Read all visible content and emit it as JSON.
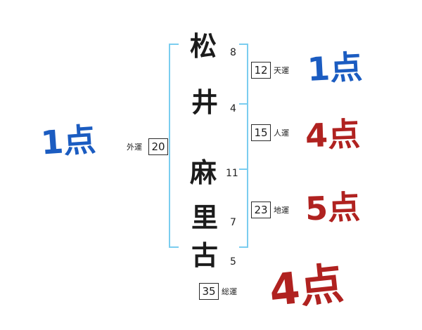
{
  "name_chart": {
    "characters": [
      {
        "char": "松",
        "strokes": "8"
      },
      {
        "char": "井",
        "strokes": "4"
      },
      {
        "char": "麻",
        "strokes": "11"
      },
      {
        "char": "里",
        "strokes": "7"
      },
      {
        "char": "古",
        "strokes": "5"
      }
    ],
    "fortunes": {
      "ten": {
        "label": "天運",
        "value": "12",
        "score": "1点",
        "score_color": "#1b5cc1"
      },
      "jin": {
        "label": "人運",
        "value": "15",
        "score": "4点",
        "score_color": "#b02220"
      },
      "chi": {
        "label": "地運",
        "value": "23",
        "score": "5点",
        "score_color": "#b02220"
      },
      "sou": {
        "label": "総運",
        "value": "35",
        "score": "4点",
        "score_color": "#b02220"
      },
      "gai": {
        "label": "外運",
        "value": "20",
        "score": "1点",
        "score_color": "#1b5cc1"
      }
    },
    "colors": {
      "score_blue": "#1b5cc1",
      "score_red": "#b02220",
      "bracket_blue": "#7bcdef",
      "text_black": "#1c1c1c"
    }
  }
}
